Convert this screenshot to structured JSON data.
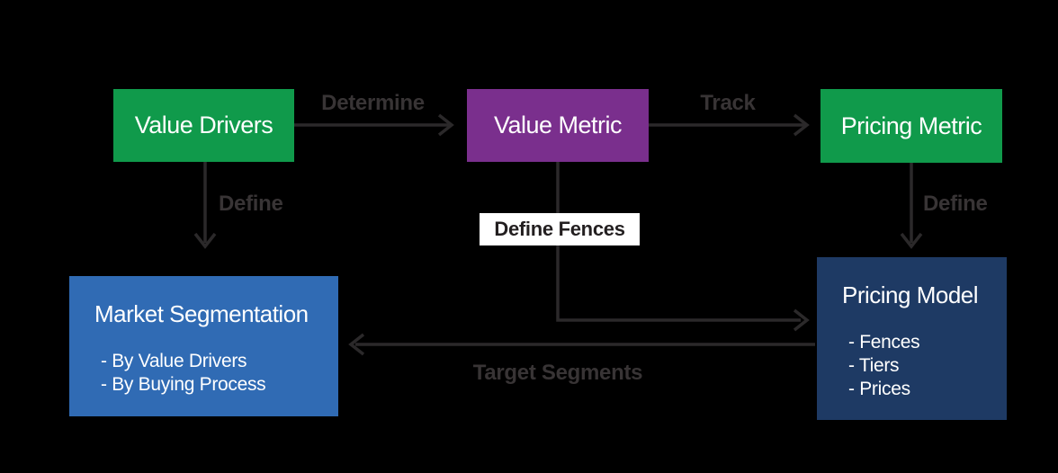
{
  "diagram": {
    "background": "#000000",
    "line_color": "#2b292a",
    "connector_label_color": "#383435",
    "nodes": {
      "value_drivers": {
        "label": "Value Drivers",
        "color": "#109a4b",
        "text_color": "#ffffff"
      },
      "value_metric": {
        "label": "Value Metric",
        "color": "#7a2f8d",
        "text_color": "#ffffff"
      },
      "pricing_metric": {
        "label": "Pricing Metric",
        "color": "#109a4b",
        "text_color": "#ffffff"
      },
      "market_segmentation": {
        "title": "Market Segmentation",
        "bullets": [
          "- By Value Drivers",
          "- By Buying Process"
        ],
        "color": "#306bb4",
        "text_color": "#ffffff"
      },
      "pricing_model": {
        "title": "Pricing Model",
        "bullets": [
          "- Fences",
          "- Tiers",
          "- Prices"
        ],
        "color": "#1e3a64",
        "text_color": "#ffffff"
      }
    },
    "connectors": {
      "determine": {
        "label": "Determine"
      },
      "track": {
        "label": "Track"
      },
      "define_value_drivers": {
        "label": "Define"
      },
      "define_pricing_metric": {
        "label": "Define"
      },
      "define_fences": {
        "label": "Define Fences",
        "label_bg": "#ffffff",
        "label_color": "#231f20"
      },
      "target_segments": {
        "label": "Target Segments"
      }
    }
  }
}
